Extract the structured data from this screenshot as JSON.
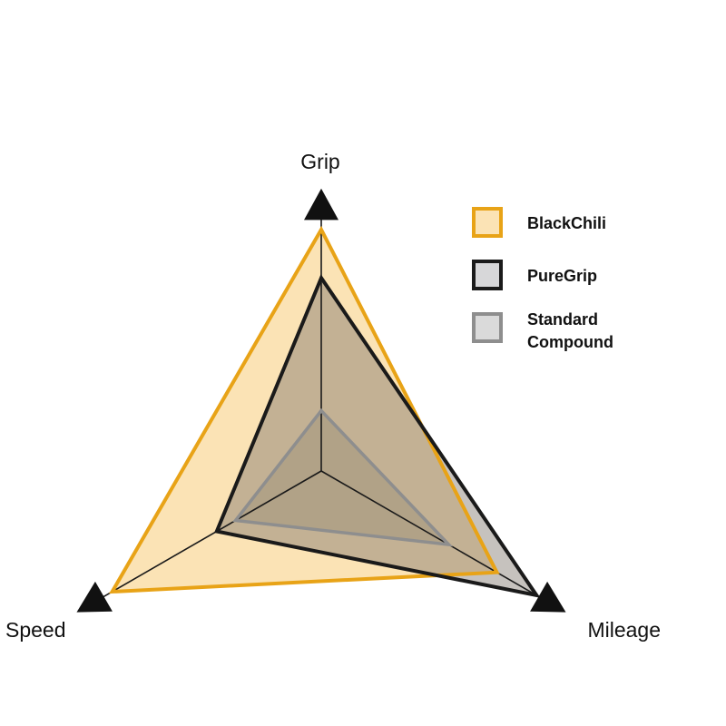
{
  "chart_data": {
    "type": "radar",
    "axes": [
      "Grip",
      "Speed",
      "Mileage"
    ],
    "range": [
      0,
      10
    ],
    "series": [
      {
        "name": "BlackChili",
        "values": [
          10,
          10,
          8.4
        ],
        "stroke": "#E8A317",
        "fill": "#FBE3B5"
      },
      {
        "name": "PureGrip",
        "values": [
          8.0,
          5.0,
          10.3
        ],
        "stroke": "#1A1A1A",
        "fill": "#D7D7D9"
      },
      {
        "name": "Standard Compound",
        "values": [
          2.5,
          4.1,
          6.1
        ],
        "stroke": "#8E8E8E",
        "fill": "#DADADA"
      }
    ]
  },
  "colors": {
    "axis_line": "#1A1A1A",
    "arrow": "#111111",
    "overlap_tint": "#9C8F80"
  }
}
